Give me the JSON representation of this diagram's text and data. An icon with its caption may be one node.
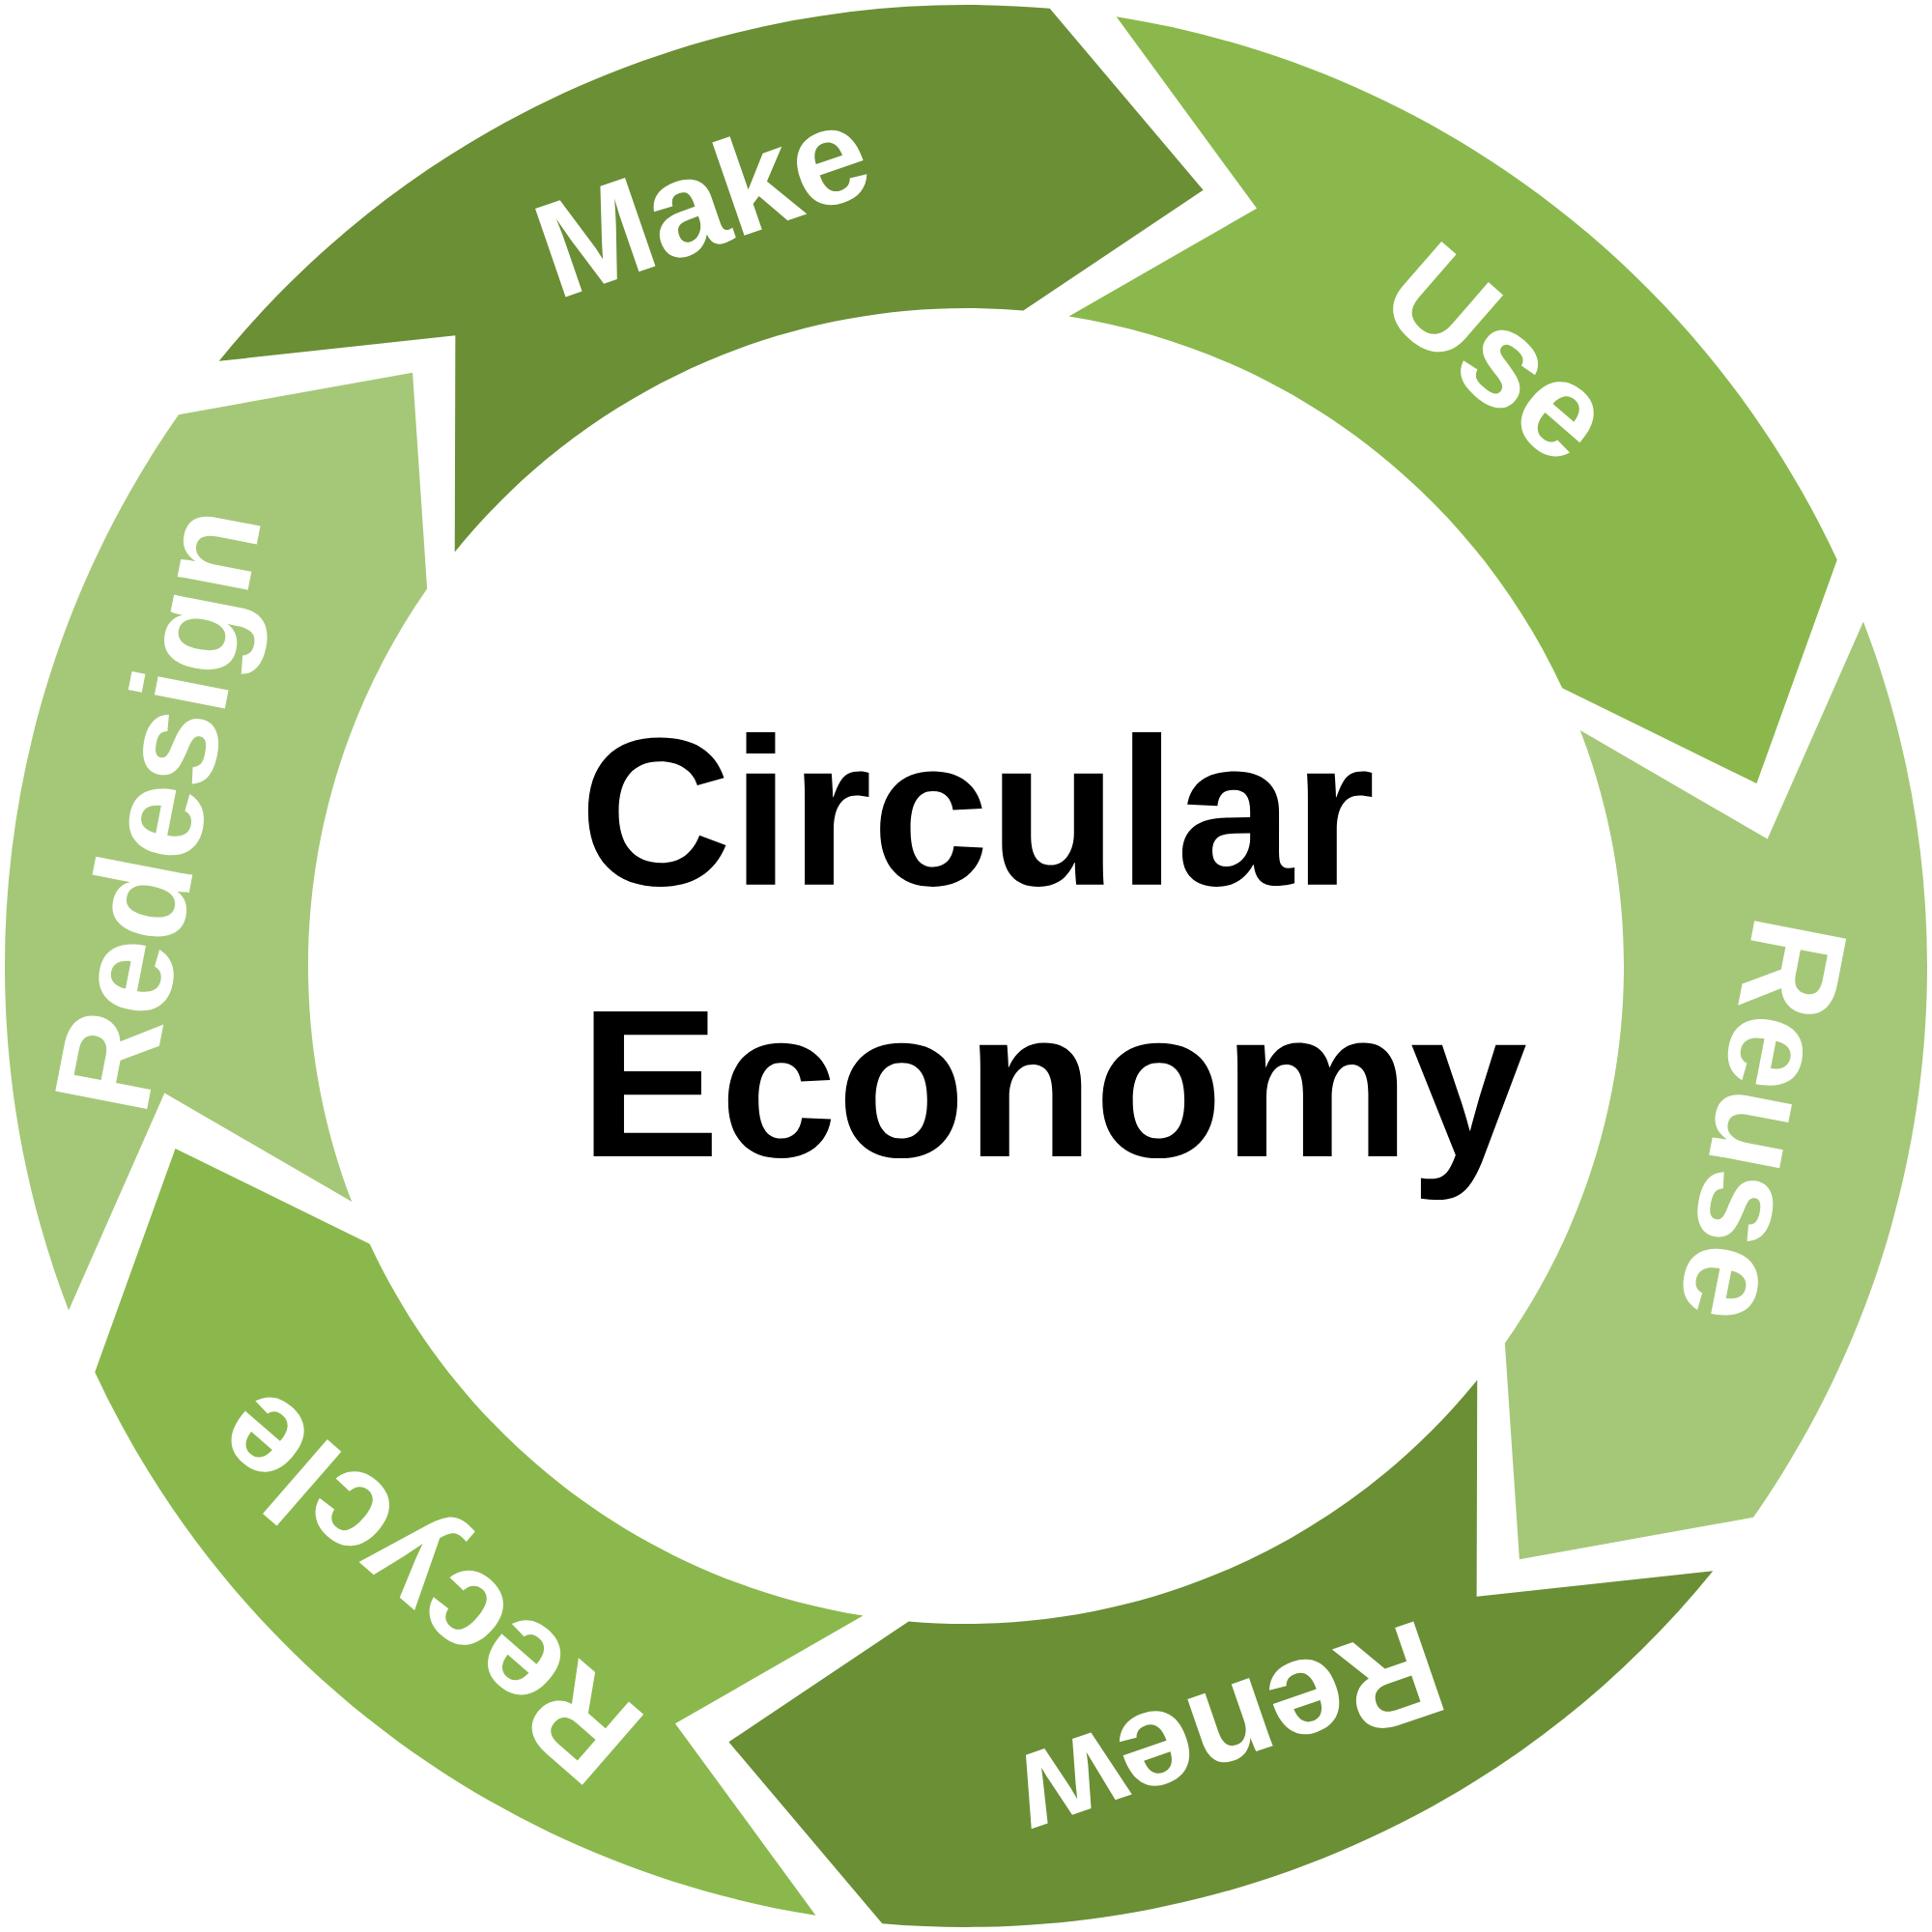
{
  "diagram": {
    "title": "Circular Economy",
    "nodes": [
      {
        "text": [
          "Make"
        ]
      },
      {
        "text": [
          "Use"
        ]
      },
      {
        "text": [
          "Reuse"
        ]
      },
      {
        "text": [
          "Renew"
        ]
      },
      {
        "text": [
          "Recycle"
        ]
      },
      {
        "text": [
          "Redesign"
        ]
      }
    ]
  }
}
